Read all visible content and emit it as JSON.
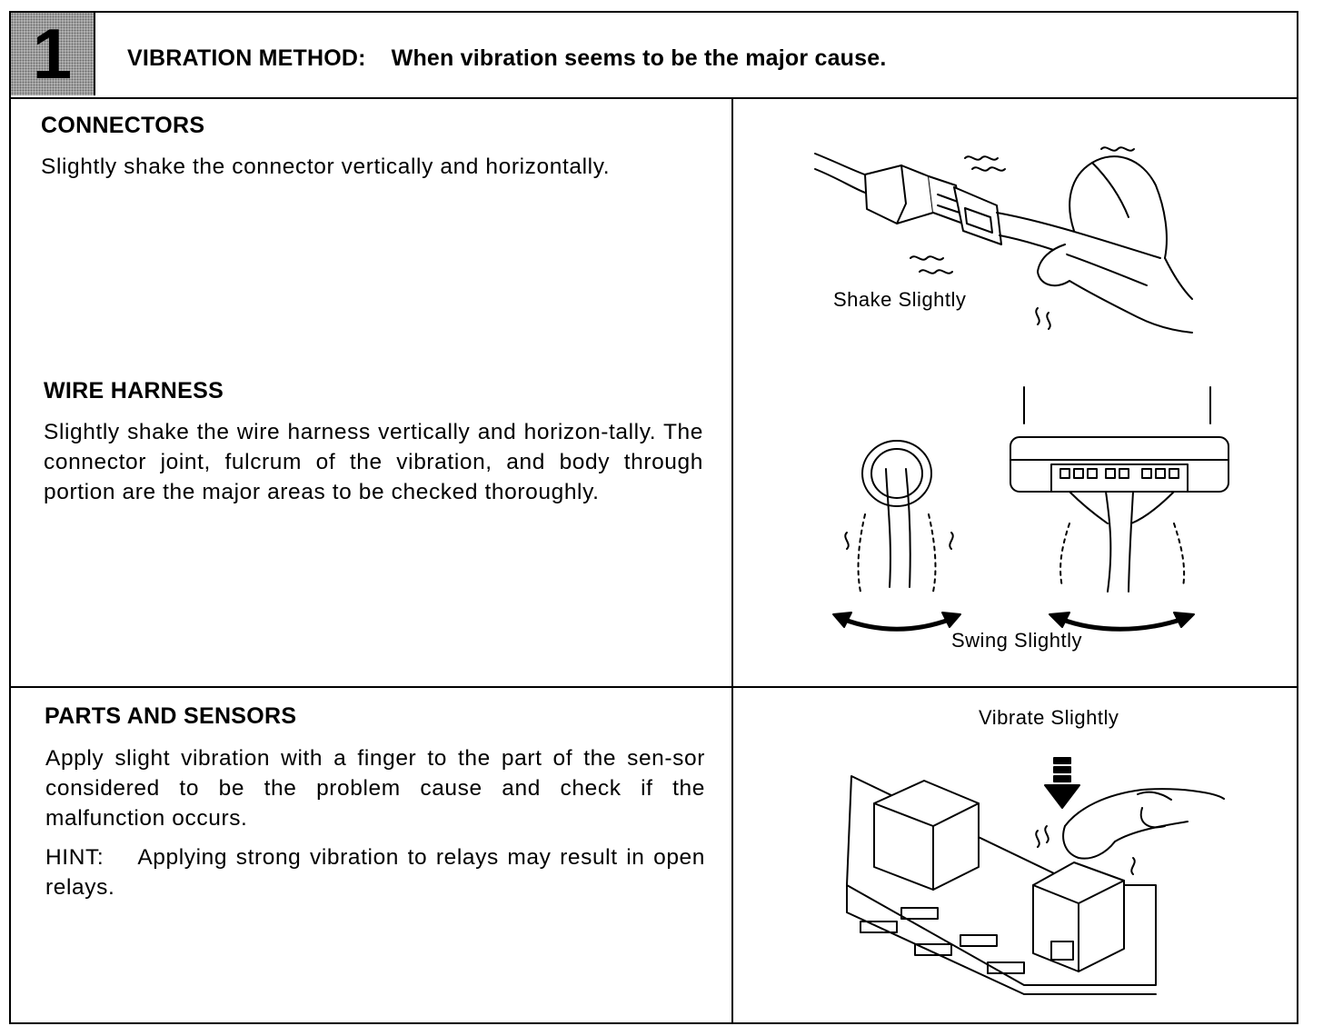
{
  "header": {
    "step_number": "1",
    "method_label": "VIBRATION METHOD:",
    "method_description": "When vibration seems to be the major cause."
  },
  "sections": {
    "connectors": {
      "title": "CONNECTORS",
      "body": "Slightly shake the connector vertically and horizontally.",
      "illustration_label": "Shake Slightly"
    },
    "wire_harness": {
      "title": "WIRE HARNESS",
      "body": "Slightly shake the wire harness vertically and horizon-tally. The connector joint, fulcrum of the vibration, and body through portion are the major areas to be checked thoroughly.",
      "illustration_label": "Swing Slightly"
    },
    "parts_and_sensors": {
      "title": "PARTS AND SENSORS",
      "body": "Apply slight vibration with a finger to the part of the sen-sor considered to be the problem cause and check if the malfunction occurs.",
      "hint_label": "HINT:",
      "hint_text": "Applying strong vibration to relays may result in open relays.",
      "illustration_label": "Vibrate Slightly"
    }
  }
}
